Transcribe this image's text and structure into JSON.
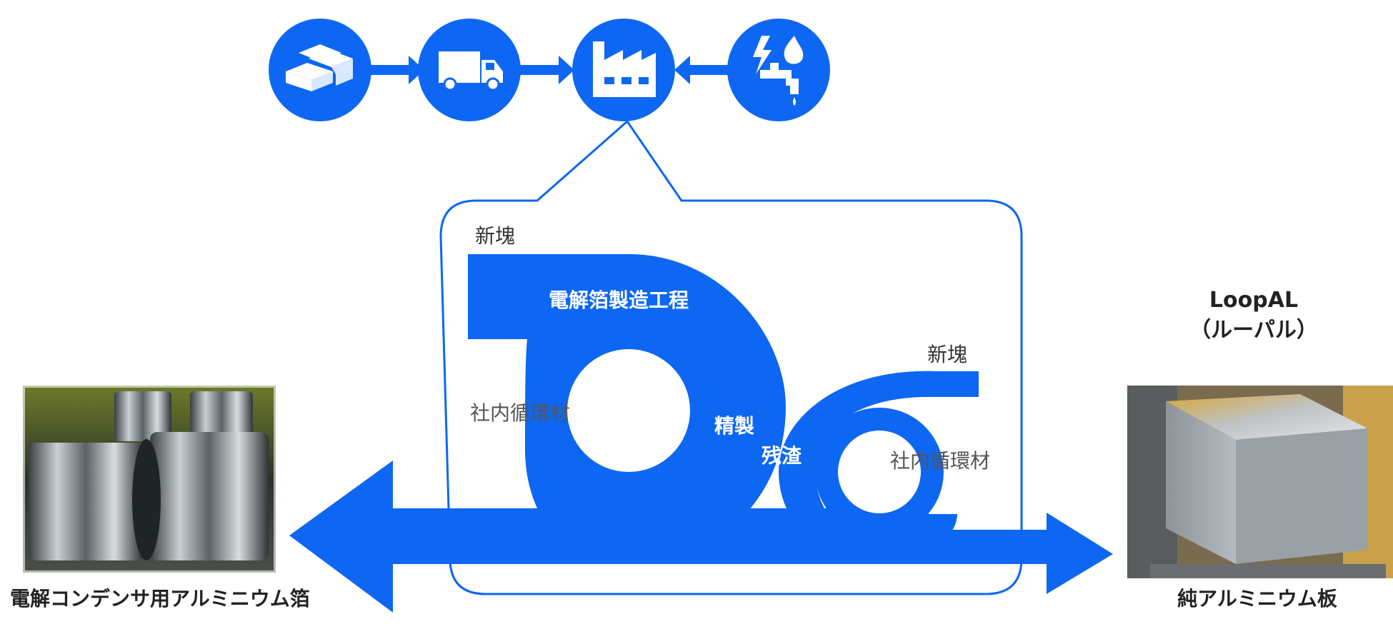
{
  "colors": {
    "accent": "#0d67f2",
    "white": "#ffffff",
    "text": "#222222"
  },
  "flow_icons": [
    {
      "name": "ingot-icon"
    },
    {
      "name": "truck-icon"
    },
    {
      "name": "factory-icon"
    },
    {
      "name": "energy-water-icon"
    }
  ],
  "loop_labels": {
    "new_ingot_1": "新塊",
    "new_ingot_2": "新塊",
    "process": "電解箔製造工程",
    "internal_recycle_1": "社内循環材",
    "internal_recycle_2": "社内循環材",
    "refining": "精製",
    "residue": "残渣"
  },
  "left_product": {
    "label": "電解コンデンサ用アルミニウム箔"
  },
  "right_product": {
    "brand": "LoopAL",
    "brand_kana": "（ルーパル）",
    "label": "純アルミニウム板"
  }
}
